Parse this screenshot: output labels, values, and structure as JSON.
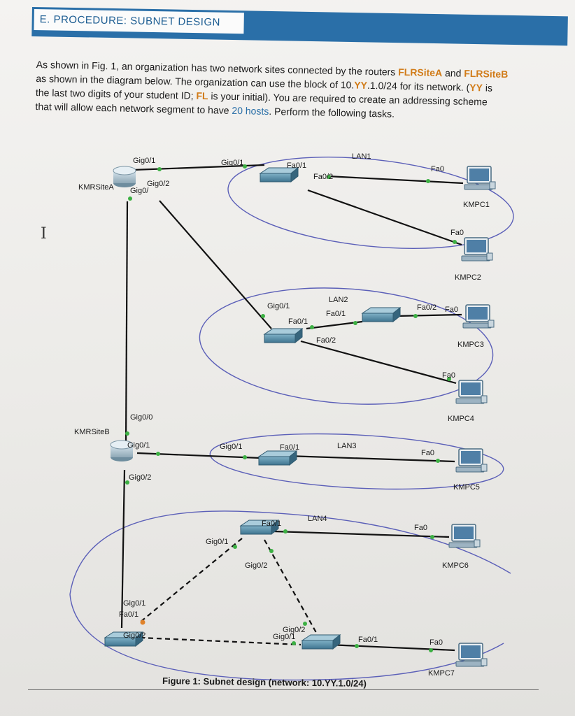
{
  "section": {
    "title": "E. PROCEDURE: SUBNET DESIGN"
  },
  "intro": {
    "l1a": "As shown in Fig. 1, an organization has two network sites connected by the routers ",
    "l1b": "FLRSiteA",
    "l1c": " and ",
    "l1d": "FLRSiteB",
    "l2a": "as shown in the diagram below. The organization can use the block of 10.",
    "l2b": "YY",
    "l2c": ".1.0/24 for its network. (",
    "l2d": "YY",
    "l2e": " is",
    "l3a": "the last two digits of your student ID; ",
    "l3b": "FL",
    "l3c": " is your initial). You are required to create an addressing scheme",
    "l4a": "that will allow each network segment to have ",
    "l4b": "20 hosts",
    "l4c": ". Perform the following tasks."
  },
  "cursor": "I",
  "diagram": {
    "lan1": "LAN1",
    "lan2": "LAN2",
    "lan3": "LAN3",
    "lan4": "LAN4",
    "kmrsitea": "KMRSiteA",
    "kmrsiteb": "KMRSiteB",
    "a_gig01": "Gig0/1",
    "a_gig02": "Gig0/2",
    "a_gig0": "Gig0/",
    "s1_gig01": "Gig0/1",
    "s1_fa01": "Fa0/1",
    "s1_fa02": "Fa0/2",
    "pc1_fa0": "Fa0",
    "pc1": "KMPC1",
    "pc2_fa0": "Fa0",
    "pc2": "KMPC2",
    "s2_gig01": "Gig0/1",
    "s2_fa01": "Fa0/1",
    "s2_fa02": "Fa0/2",
    "hub_fa01": "Fa0/1",
    "hub_fa02": "Fa0/2",
    "pc3_fa0": "Fa0",
    "pc3": "KMPC3",
    "pc4_fa0": "Fa0",
    "pc4": "KMPC4",
    "b_gig00": "Gig0/0",
    "b_gig01": "Gig0/1",
    "b_gig02": "Gig0/2",
    "s3_gig01": "Gig0/1",
    "s3_fa01": "Fa0/1",
    "pc5_fa0": "Fa0",
    "pc5": "KMPC5",
    "s4_fa01": "Fa0/1",
    "s4_gig01": "Gig0/1",
    "s4_gig02": "Gig0/2",
    "pc6_fa0": "Fa0",
    "pc6": "KMPC6",
    "s5_gig01": "Gig0/1",
    "s5_fa01": "Fa0/1",
    "s5_gig02": "Gig0/2",
    "s6_gig02": "Gig0/2",
    "s6_gig01": "Gig0/1",
    "s6_fa01": "Fa0/1",
    "pc7_fa0": "Fa0",
    "pc7": "KMPC7"
  },
  "caption": "Figure 1: Subnet design (network: 10.YY.1.0/24)",
  "colors": {
    "banner": "#2a6fa8",
    "highlight": "#d17b18",
    "link_ok": "#3cb043",
    "link_warn": "#e0822a"
  }
}
